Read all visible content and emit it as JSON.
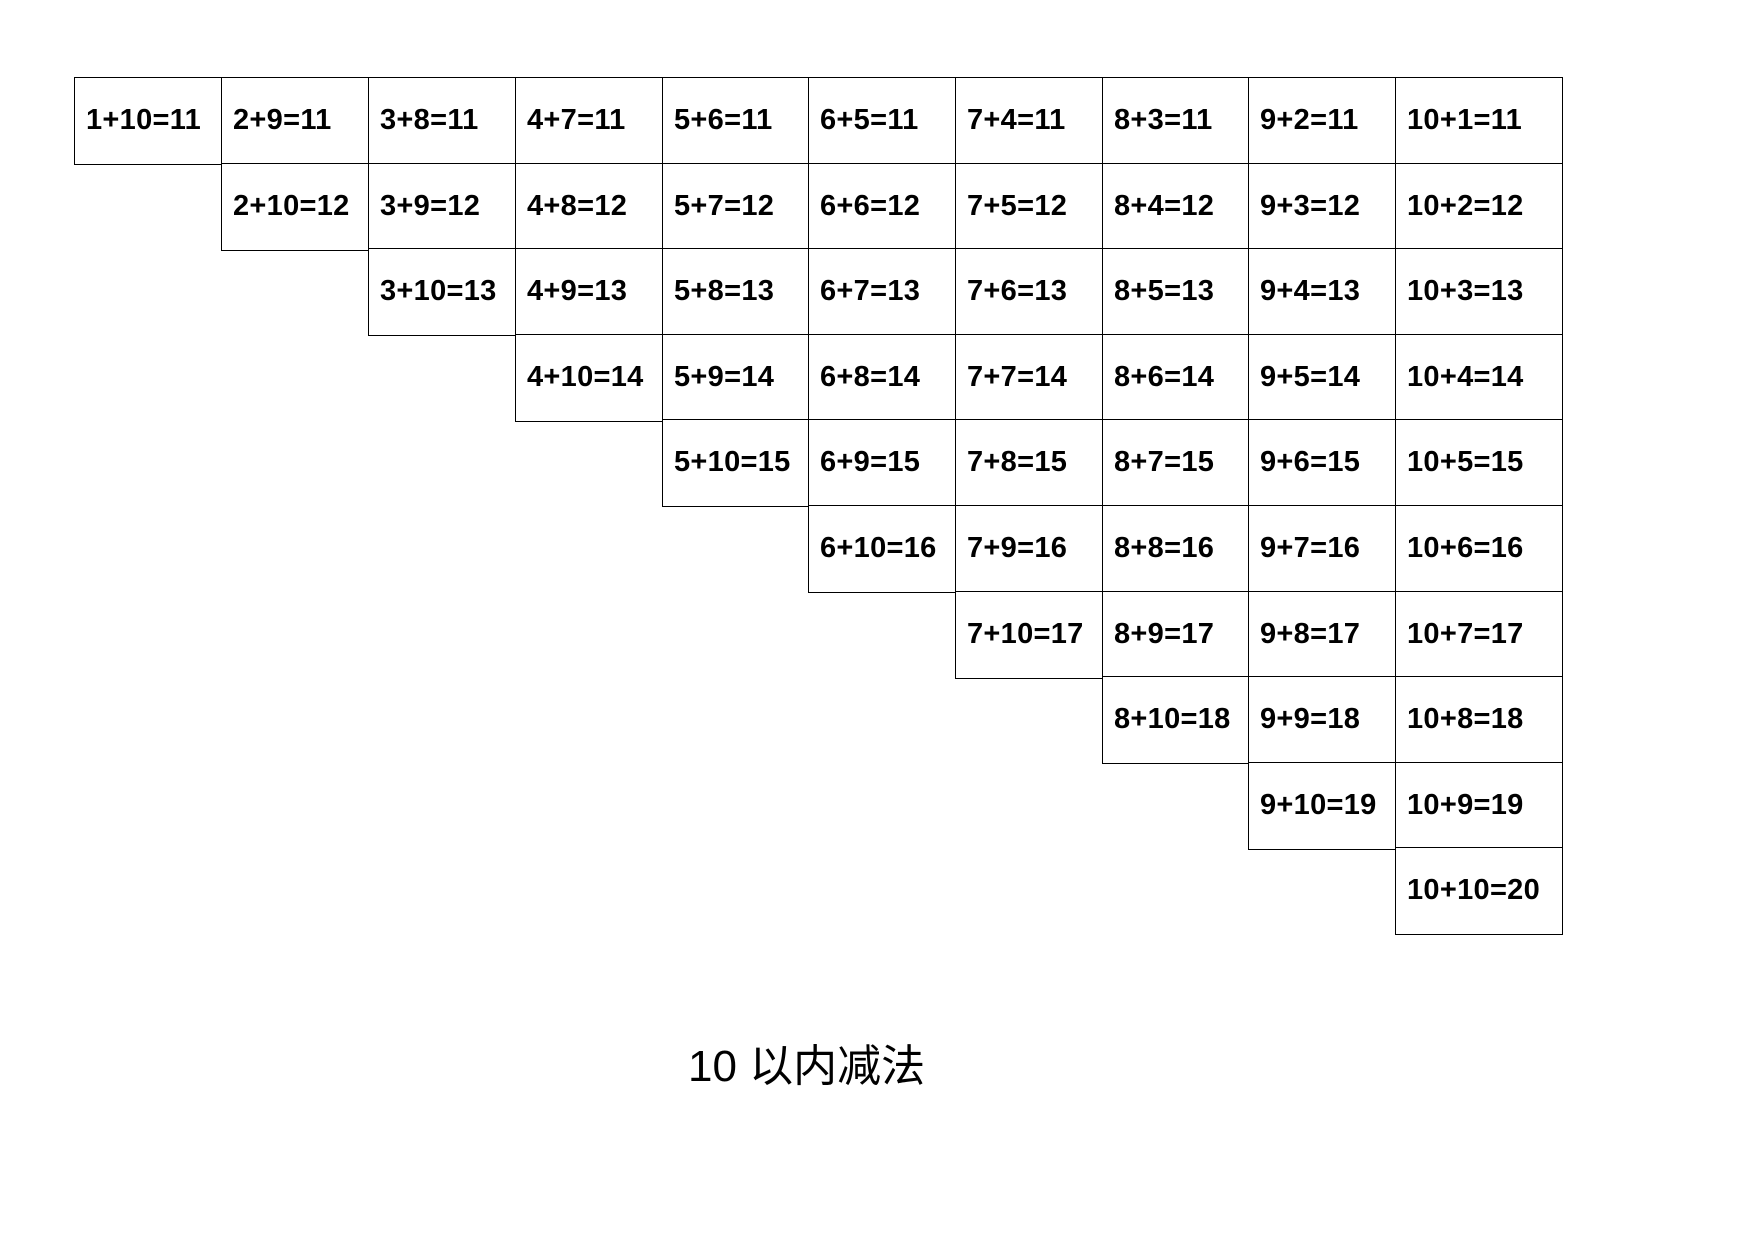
{
  "table": {
    "rows": [
      [
        "1+10=11",
        "2+9=11",
        "3+8=11",
        "4+7=11",
        "5+6=11",
        "6+5=11",
        "7+4=11",
        "8+3=11",
        "9+2=11",
        "10+1=11"
      ],
      [
        "2+10=12",
        "3+9=12",
        "4+8=12",
        "5+7=12",
        "6+6=12",
        "7+5=12",
        "8+4=12",
        "9+3=12",
        "10+2=12"
      ],
      [
        "3+10=13",
        "4+9=13",
        "5+8=13",
        "6+7=13",
        "7+6=13",
        "8+5=13",
        "9+4=13",
        "10+3=13"
      ],
      [
        "4+10=14",
        "5+9=14",
        "6+8=14",
        "7+7=14",
        "8+6=14",
        "9+5=14",
        "10+4=14"
      ],
      [
        "5+10=15",
        "6+9=15",
        "7+8=15",
        "8+7=15",
        "9+6=15",
        "10+5=15"
      ],
      [
        "6+10=16",
        "7+9=16",
        "8+8=16",
        "9+7=16",
        "10+6=16"
      ],
      [
        "7+10=17",
        "8+9=17",
        "9+8=17",
        "10+7=17"
      ],
      [
        "8+10=18",
        "9+9=18",
        "10+8=18"
      ],
      [
        "9+10=19",
        "10+9=19"
      ],
      [
        "10+10=20"
      ]
    ]
  },
  "caption": "10 以内减法"
}
